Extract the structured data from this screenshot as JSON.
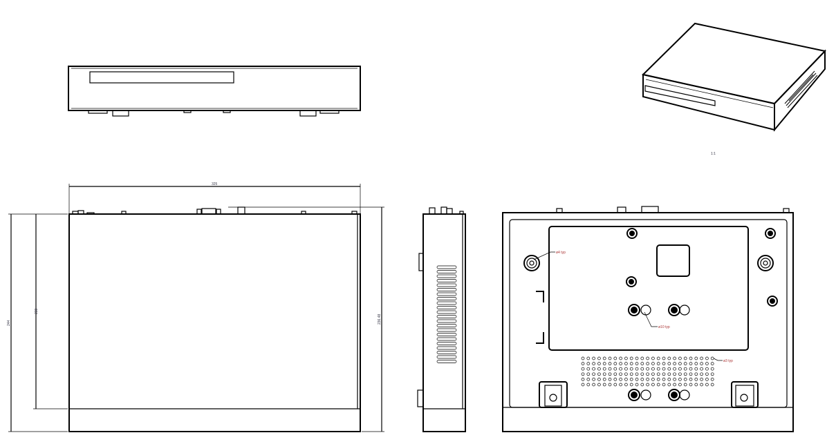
{
  "drawing": {
    "scale": "1:1",
    "dimensions": {
      "width": "325",
      "depth_overall": "244",
      "depth_body": "238",
      "depth_right": "236.48"
    },
    "notes": {
      "foot_hole": "ø4 typ",
      "screw_hole": "ø10 typ",
      "vent_hole": "ø3 typ"
    },
    "views": [
      "front",
      "top",
      "side",
      "bottom",
      "isometric"
    ]
  }
}
